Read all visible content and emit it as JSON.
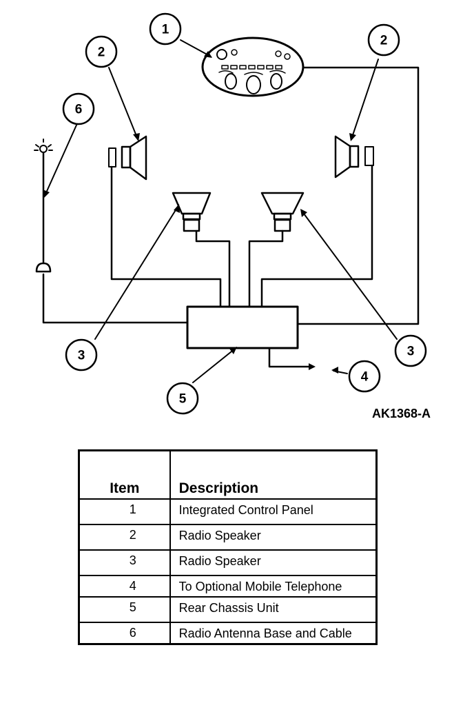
{
  "diagram": {
    "reference_code": "AK1368-A",
    "callouts": {
      "c1": "1",
      "c2_left": "2",
      "c2_right": "2",
      "c3_left": "3",
      "c3_right": "3",
      "c4": "4",
      "c5": "5",
      "c6": "6"
    }
  },
  "legend": {
    "headers": {
      "item": "Item",
      "description": "Description"
    },
    "rows": [
      {
        "item": "1",
        "description": "Integrated Control Panel"
      },
      {
        "item": "2",
        "description": "Radio Speaker"
      },
      {
        "item": "3",
        "description": "Radio Speaker"
      },
      {
        "item": "4",
        "description": "To Optional Mobile Telephone"
      },
      {
        "item": "5",
        "description": "Rear Chassis Unit"
      },
      {
        "item": "6",
        "description": "Radio Antenna Base and Cable"
      }
    ]
  }
}
